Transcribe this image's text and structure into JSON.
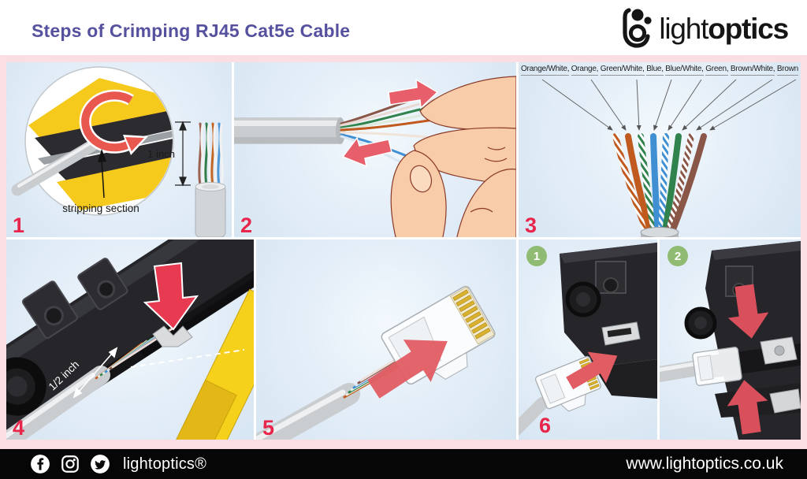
{
  "header": {
    "title": "Steps of Crimping RJ45 Cat5e Cable",
    "logo_text_light": "light",
    "logo_text_bold": "optics"
  },
  "steps": {
    "n1": "1",
    "n2": "2",
    "n3": "3",
    "n4": "4",
    "n5": "5",
    "n6": "6"
  },
  "panel1": {
    "inset_label": "stripping section",
    "measure_label": "1 inch"
  },
  "panel3": {
    "labels": [
      "Orange/White,",
      "Orange,",
      "Green/White,",
      "Blue,",
      "Blue/White,",
      "Green,",
      "Brown/White,",
      "Brown"
    ],
    "wire_order": [
      "orange-white",
      "orange",
      "green-white",
      "blue",
      "blue-white",
      "green",
      "brown-white",
      "brown"
    ]
  },
  "panel4": {
    "measure_label": "1/2 inch"
  },
  "panel6": {
    "badge1": "1",
    "badge2": "2"
  },
  "footer": {
    "brand": "lightoptics®",
    "website": "www.lightoptics.co.uk"
  },
  "colors": {
    "accent_red": "#e8254b",
    "title_purple": "#55519e",
    "badge_green": "#8fbc72",
    "panel_blue": "#dce9f5",
    "border_pink": "#fbdee3",
    "footer_black": "#060606",
    "tool_yellow": "#f6d11c",
    "wire_orange": "#c05a1e",
    "wire_green": "#31834e",
    "wire_blue": "#3f8fd2",
    "wire_brown": "#8a5648"
  }
}
